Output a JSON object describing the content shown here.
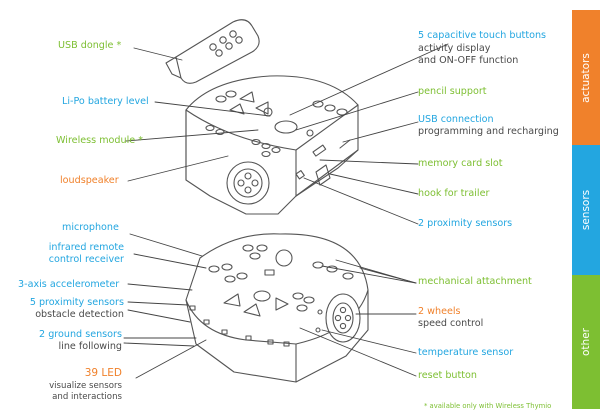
{
  "labels": {
    "usb_dongle": "USB dongle *",
    "battery": "Li-Po battery level",
    "wireless": "Wireless  module *",
    "loudspeaker": "loudspeaker",
    "touch_title": "5 capacitive touch buttons",
    "touch_desc_1": "activity display",
    "touch_desc_2": "and ON-OFF function",
    "pencil": "pencil support",
    "usb_conn": "USB connection",
    "usb_conn_desc": "programming and recharging",
    "memory": "memory card slot",
    "hook": "hook for trailer",
    "prox2": "2 proximity sensors",
    "microphone": "microphone",
    "ir_1": "infrared remote",
    "ir_2": "control receiver",
    "accel": "3-axis accelerometer",
    "prox5": "5 proximity sensors",
    "prox5_desc": "obstacle detection",
    "ground": "2 ground sensors",
    "ground_desc": "line following",
    "led": "39 LED",
    "led_desc_1": "visualize sensors",
    "led_desc_2": "and interactions",
    "mech": "mechanical attachment",
    "wheels": "2 wheels",
    "wheels_desc": "speed control",
    "temp": "temperature sensor",
    "reset": "reset button"
  },
  "sidebar": {
    "actuators": "actuators",
    "sensors": "sensors",
    "other": "other"
  },
  "footnote": "*  available only with Wireless Thymio",
  "colors": {
    "green": "#7dbf32",
    "blue": "#23a6e0",
    "orange": "#f0812b",
    "text_dark": "#4a4a4a",
    "line": "#444444"
  }
}
